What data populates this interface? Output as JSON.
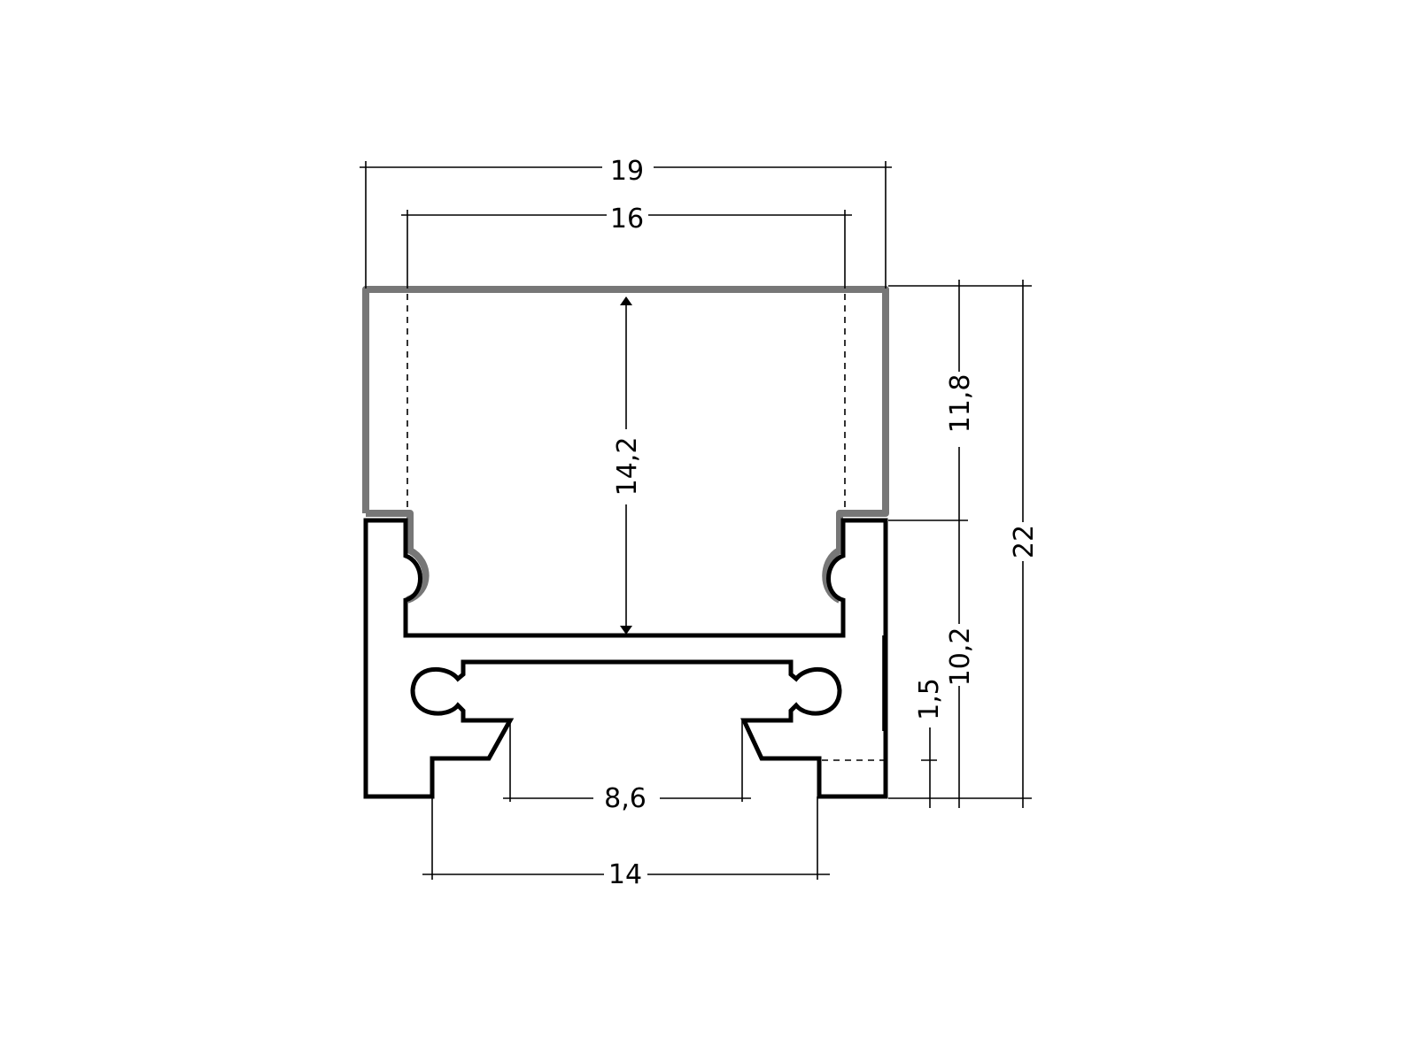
{
  "colors": {
    "profile": "#000000",
    "cover": "#777777",
    "background": "#ffffff"
  },
  "dimensions": {
    "overall_width": "19",
    "inner_width": "16",
    "inner_height": "14,2",
    "cover_height": "11,8",
    "total_height": "22",
    "profile_height": "10,2",
    "foot_offset": "1,5",
    "slot_width": "8,6",
    "base_width": "14"
  }
}
